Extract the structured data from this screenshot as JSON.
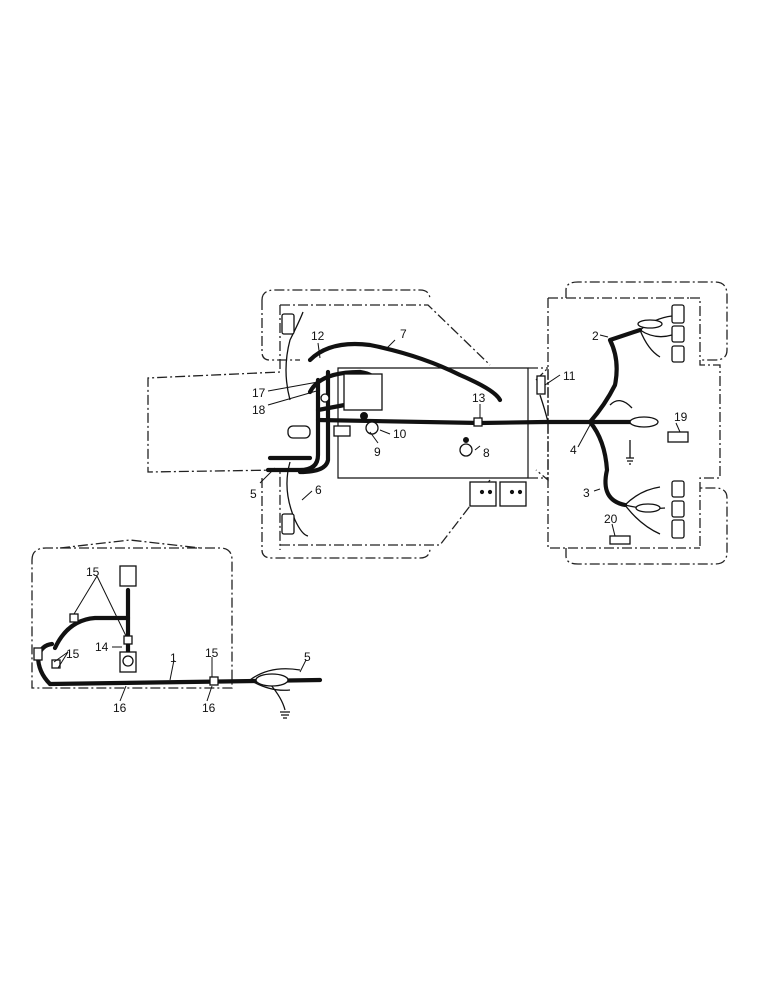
{
  "diagram": {
    "type": "wiring-harness-layout",
    "callouts": [
      {
        "id": "c1",
        "text": "1"
      },
      {
        "id": "c2",
        "text": "2"
      },
      {
        "id": "c3",
        "text": "3"
      },
      {
        "id": "c4",
        "text": "4"
      },
      {
        "id": "c5a",
        "text": "5"
      },
      {
        "id": "c5b",
        "text": "5"
      },
      {
        "id": "c6",
        "text": "6"
      },
      {
        "id": "c7",
        "text": "7"
      },
      {
        "id": "c8",
        "text": "8"
      },
      {
        "id": "c9",
        "text": "9"
      },
      {
        "id": "c10",
        "text": "10"
      },
      {
        "id": "c11",
        "text": "11"
      },
      {
        "id": "c12",
        "text": "12"
      },
      {
        "id": "c13",
        "text": "13"
      },
      {
        "id": "c14",
        "text": "14"
      },
      {
        "id": "c15a",
        "text": "15"
      },
      {
        "id": "c15b",
        "text": "15"
      },
      {
        "id": "c15c",
        "text": "15"
      },
      {
        "id": "c16a",
        "text": "16"
      },
      {
        "id": "c16b",
        "text": "16"
      },
      {
        "id": "c17",
        "text": "17"
      },
      {
        "id": "c18",
        "text": "18"
      },
      {
        "id": "c19",
        "text": "19"
      },
      {
        "id": "c20",
        "text": "20"
      }
    ]
  }
}
